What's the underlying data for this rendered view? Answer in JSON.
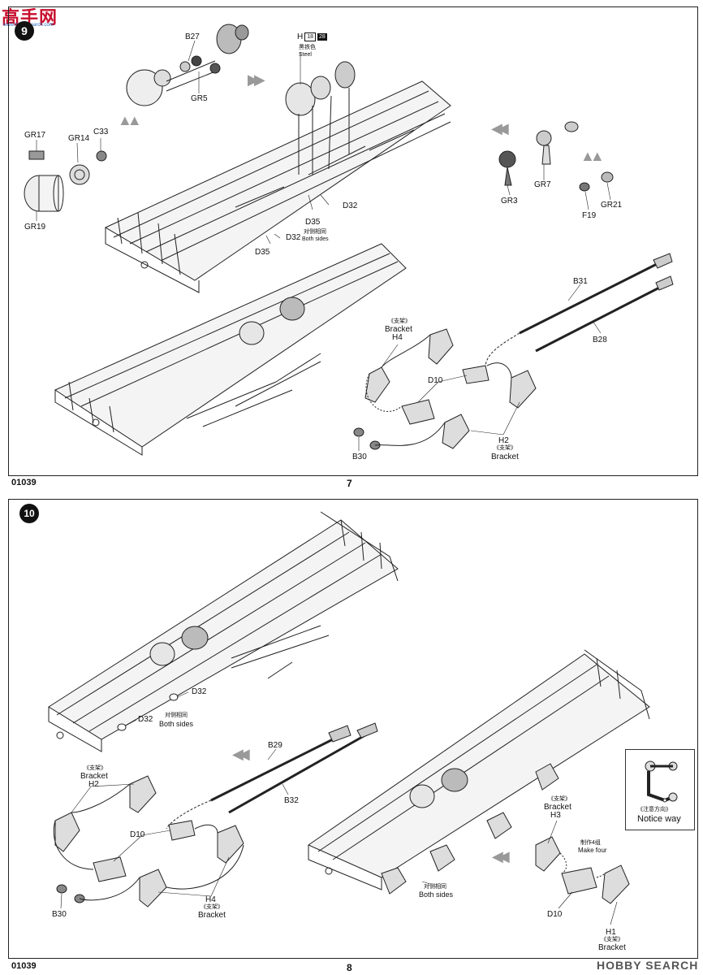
{
  "watermark_top": {
    "logo": "高手网",
    "site_text": "www.hobbysearch.com"
  },
  "page7": {
    "step": "9",
    "code": "01039",
    "page_number": "7",
    "parts": {
      "B27": "B27",
      "GR5": "GR5",
      "GR17": "GR17",
      "GR14": "GR14",
      "C33": "C33",
      "GR19": "GR19",
      "H_part": "H",
      "H_num1": "18",
      "H_num2": "28",
      "color_cn": "黑铁色",
      "color_en": "Steel",
      "D32_a": "D32",
      "D35_a": "D35",
      "D32_b": "D32",
      "D35_b": "D35",
      "both_sides_cn": "对侧相同",
      "both_sides_en": "Both sides",
      "GR3": "GR3",
      "GR7": "GR7",
      "F19": "F19",
      "GR21": "GR21",
      "B31": "B31",
      "B28": "B28",
      "bracket_cn_1": "《支架》",
      "bracket_en_1": "Bracket",
      "H4": "H4",
      "D10": "D10",
      "H2": "H2",
      "bracket_cn_2": "《支架》",
      "bracket_en_2": "Bracket",
      "B30": "B30"
    }
  },
  "page8": {
    "step": "10",
    "code": "01039",
    "page_number": "8",
    "parts": {
      "D32_a": "D32",
      "D32_b": "D32",
      "both_sides_cn": "对侧相同",
      "both_sides_en": "Both sides",
      "B29": "B29",
      "B32": "B32",
      "bracket_cn_1": "《支架》",
      "bracket_en_1": "Bracket",
      "H2": "H2",
      "D10_a": "D10",
      "H4": "H4",
      "bracket_cn_2": "《支架》",
      "bracket_en_2": "Bracket",
      "B30": "B30",
      "bracket_cn_3": "《支架》",
      "bracket_en_3": "Bracket",
      "H3": "H3",
      "make_four_cn": "制作4组",
      "make_four_en": "Make four",
      "D10_b": "D10",
      "H1": "H1",
      "bracket_cn_4": "《支架》",
      "bracket_en_4": "Bracket",
      "both_sides2_cn": "对侧相同",
      "both_sides2_en": "Both sides",
      "notice_cn": "《注意方向》",
      "notice_en": "Notice way"
    },
    "watermark_bottom": "HOBBY SEARCH"
  }
}
